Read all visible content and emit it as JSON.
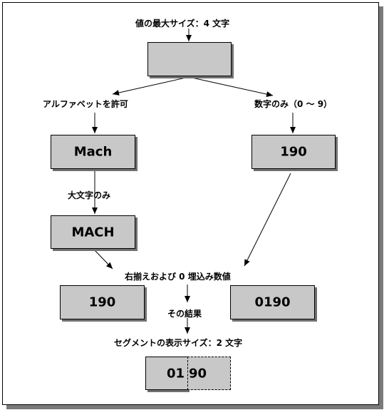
{
  "labels": {
    "max_size": "値の最大サイズ：4 文字",
    "alpha_allowed": "アルファベットを許可",
    "numeric_only": "数字のみ（0 ～ 9）",
    "upper_only": "大文字のみ",
    "right_align": "右揃えおよび 0 埋込み数値",
    "result": "その結果",
    "segment_display": "セグメントの表示サイズ：2 文字"
  },
  "boxes": {
    "input": "",
    "mach": "Mach",
    "num": "190",
    "upper": "MACH",
    "right_aligned": "190",
    "zero_padded": "0190",
    "segment_left": "01",
    "segment_right": "90"
  },
  "colors": {
    "box_fill": "#c8c8c8",
    "shadow": "#707070",
    "line": "#000000"
  }
}
